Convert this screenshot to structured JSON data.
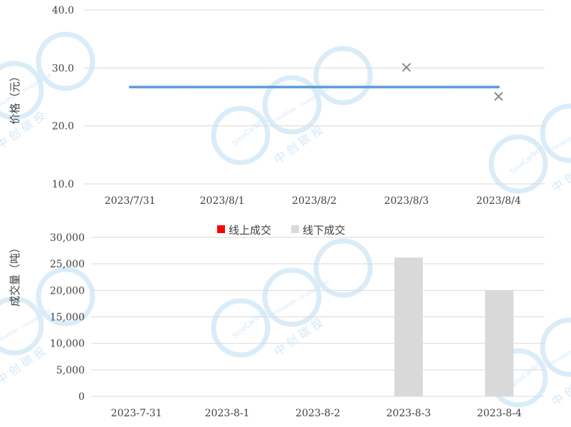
{
  "chart_data": [
    {
      "type": "line",
      "title": "",
      "xlabel": "",
      "ylabel": "价格（元）",
      "ylim": [
        10,
        40
      ],
      "yticks": [
        "10.0",
        "20.0",
        "30.0",
        "40.0"
      ],
      "categories": [
        "2023/7/31",
        "2023/8/1",
        "2023/8/2",
        "2023/8/3",
        "2023/8/4"
      ],
      "grid": true,
      "series": [
        {
          "type": "line",
          "color": "#5b9bd5",
          "values": [
            26.7,
            26.7,
            26.7,
            26.7,
            26.7
          ]
        },
        {
          "type": "scatter",
          "marker": "x",
          "color": "#808080",
          "values": [
            null,
            null,
            null,
            30.1,
            25.1
          ]
        }
      ]
    },
    {
      "type": "bar",
      "title": "",
      "xlabel": "",
      "ylabel": "成交量（吨）",
      "ylim": [
        0,
        30000
      ],
      "yticks": [
        "0",
        "5,000",
        "10,000",
        "15,000",
        "20,000",
        "25,000",
        "30,000"
      ],
      "categories": [
        "2023-7-31",
        "2023-8-1",
        "2023-8-2",
        "2023-8-3",
        "2023-8-4"
      ],
      "grid": true,
      "legend_position": "top",
      "series": [
        {
          "name": "线上成交",
          "color": "#ff0000",
          "values": [
            0,
            0,
            0,
            0,
            0
          ]
        },
        {
          "name": "线下成交",
          "color": "#d9d9d9",
          "values": [
            0,
            0,
            0,
            26200,
            20000
          ]
        }
      ]
    }
  ],
  "watermark": {
    "brand": "SinoCarbon",
    "tagline": "Innovation · Investment",
    "cn": "中 创 碳 投",
    "color": "#d6eaf8"
  }
}
